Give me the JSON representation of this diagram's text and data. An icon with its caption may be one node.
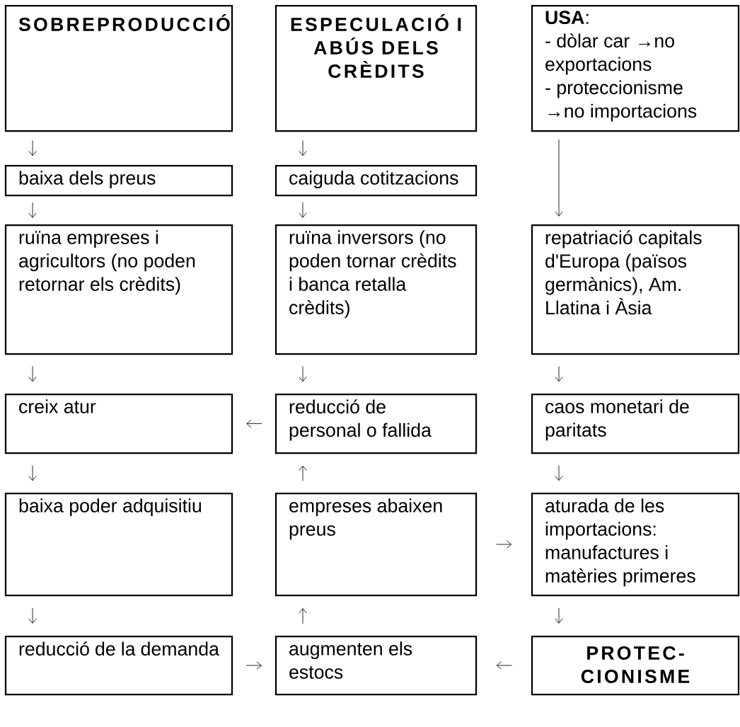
{
  "diagram": {
    "nodes": [
      {
        "text": [
          "SOBREPRODUCCIÓ"
        ]
      },
      {
        "text": [
          "ESPECULACIÓ I ABÚS DELS CRÈDITS"
        ]
      },
      {
        "text": [
          "**USA**:",
          "- dòlar car →no exportacions",
          "- proteccionisme →no importacions"
        ]
      },
      {
        "text": [
          "baixa dels preus"
        ]
      },
      {
        "text": [
          "caiguda cotitzacions"
        ]
      },
      {
        "text": [
          "ruïna empreses i agricultors (no poden retornar els crèdits)"
        ]
      },
      {
        "text": [
          "ruïna inversors (no poden tornar crèdits i banca retalla crèdits)"
        ]
      },
      {
        "text": [
          "repatriació capitals d'Europa (països germànics), Am. Llatina i Àsia"
        ]
      },
      {
        "text": [
          "creix atur"
        ]
      },
      {
        "text": [
          "reducció de personal o fallida"
        ]
      },
      {
        "text": [
          "caos monetari de paritats"
        ]
      },
      {
        "text": [
          "baixa poder adquisitiu"
        ]
      },
      {
        "text": [
          "empreses abaixen preus"
        ]
      },
      {
        "text": [
          "aturada de les importacions: manufactures i matèries primeres"
        ]
      },
      {
        "text": [
          "reducció de la demanda"
        ]
      },
      {
        "text": [
          "augmenten els estocs"
        ]
      },
      {
        "text": [
          "PROTEC- CIONISME"
        ]
      }
    ],
    "edges": [
      {
        "from": 0,
        "to": 3,
        "arrow": "to"
      },
      {
        "from": 1,
        "to": 4,
        "arrow": "to"
      },
      {
        "from": 2,
        "to": 7,
        "arrow": "to"
      },
      {
        "from": 3,
        "to": 5,
        "arrow": "to"
      },
      {
        "from": 4,
        "to": 6,
        "arrow": "to"
      },
      {
        "from": 5,
        "to": 8,
        "arrow": "to"
      },
      {
        "from": 6,
        "to": 9,
        "arrow": "to"
      },
      {
        "from": 7,
        "to": 10,
        "arrow": "to"
      },
      {
        "from": 9,
        "to": 8,
        "arrow": "to"
      },
      {
        "from": 8,
        "to": 11,
        "arrow": "to"
      },
      {
        "from": 12,
        "to": 9,
        "arrow": "to"
      },
      {
        "from": 10,
        "to": 13,
        "arrow": "to"
      },
      {
        "from": 12,
        "to": 13,
        "arrow": "to"
      },
      {
        "from": 11,
        "to": 14,
        "arrow": "to"
      },
      {
        "from": 15,
        "to": 12,
        "arrow": "to"
      },
      {
        "from": 13,
        "to": 16,
        "arrow": "to"
      },
      {
        "from": 14,
        "to": 15,
        "arrow": "to"
      },
      {
        "from": 16,
        "to": 15,
        "arrow": "to"
      }
    ]
  }
}
